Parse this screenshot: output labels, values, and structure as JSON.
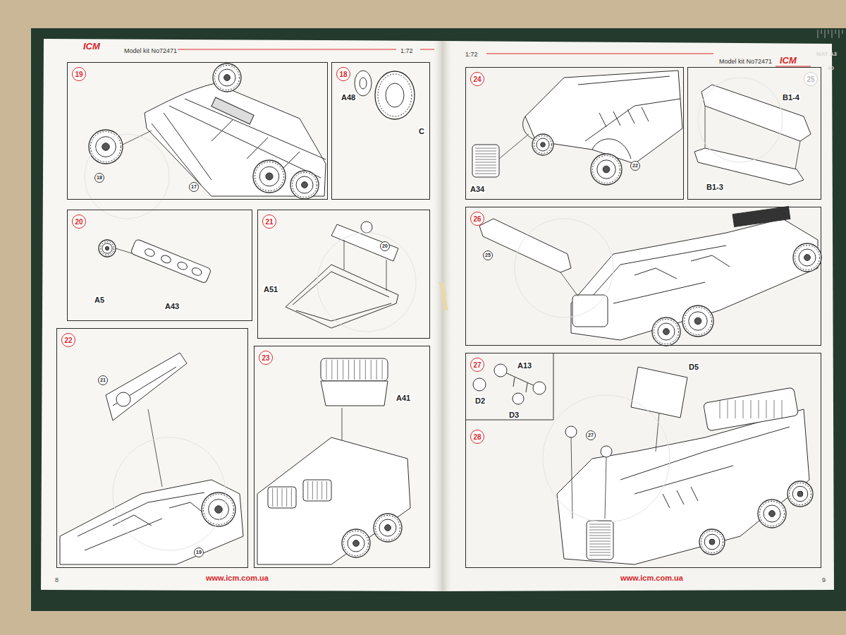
{
  "diagram": {
    "nodes": [
      {
        "text": [
          "19",
          "18",
          "17"
        ]
      },
      {
        "text": [
          "18",
          "A48",
          "C"
        ]
      },
      {
        "text": [
          "20",
          "A5",
          "A43"
        ]
      },
      {
        "text": [
          "21",
          "A51",
          "20"
        ]
      },
      {
        "text": [
          "22",
          "21",
          "19"
        ]
      },
      {
        "text": [
          "23",
          "A41"
        ]
      },
      {
        "text": [
          "24",
          "A34",
          "22"
        ]
      },
      {
        "text": [
          "25",
          "B1-4",
          "B1-3"
        ]
      },
      {
        "text": [
          "26",
          "25"
        ]
      },
      {
        "text": [
          "28",
          "D5",
          "27"
        ]
      },
      {
        "text": [
          "27",
          "A13",
          "D2",
          "D3"
        ],
        "in": 9
      }
    ],
    "labels": [
      "ICM",
      "Model kit No72471",
      "1:72",
      "1:72",
      "Model kit No72471",
      "ICM",
      "MAT A3",
      "40",
      "8",
      "www.icm.com.ua",
      "www.icm.com.ua",
      "9"
    ]
  }
}
